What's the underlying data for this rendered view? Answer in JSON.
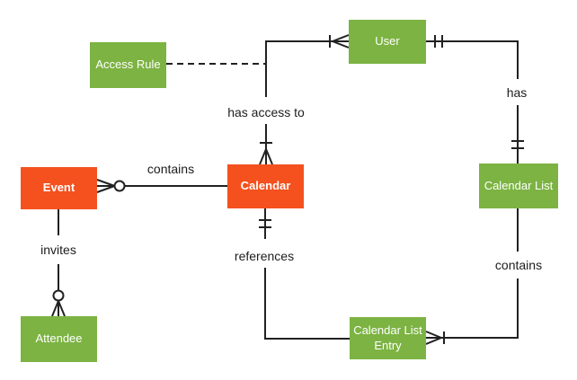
{
  "diagram_type": "entity-relationship (crow's foot notation)",
  "colors": {
    "entity_green": "#7CB342",
    "entity_orange": "#F4511E",
    "line": "#212121",
    "label_text": "#1c1c1c",
    "entity_text": "#ffffff",
    "background": "#ffffff"
  },
  "entities": {
    "access_rule": {
      "label": "Access Rule",
      "color": "green"
    },
    "user": {
      "label": "User",
      "color": "green"
    },
    "event": {
      "label": "Event",
      "color": "orange"
    },
    "calendar": {
      "label": "Calendar",
      "color": "orange"
    },
    "calendar_list": {
      "label": "Calendar List",
      "color": "green"
    },
    "attendee": {
      "label": "Attendee",
      "color": "green"
    },
    "calendar_list_entry": {
      "label": "Calendar List Entry",
      "color": "green"
    }
  },
  "relationships": {
    "event_contains_calendar": {
      "label": "contains",
      "event_end": "zero-or-many",
      "calendar_end": "plain"
    },
    "calendar_has_access_user": {
      "label": "has access to",
      "calendar_end": "one-or-many",
      "user_end": "one-or-many"
    },
    "access_rule_link": {
      "label": "",
      "style": "dashed",
      "connects": "Access Rule to has-access-to connector"
    },
    "user_has_calendar_list": {
      "label": "has",
      "user_end": "exactly-one",
      "calendar_list_end": "exactly-one"
    },
    "calendar_list_contains_entry": {
      "label": "contains",
      "calendar_list_end": "plain",
      "entry_end": "one-or-many"
    },
    "entry_references_calendar": {
      "label": "references",
      "calendar_end": "exactly-one",
      "entry_end": "plain"
    },
    "event_invites_attendee": {
      "label": "invites",
      "event_end": "plain",
      "attendee_end": "zero-or-many"
    }
  }
}
